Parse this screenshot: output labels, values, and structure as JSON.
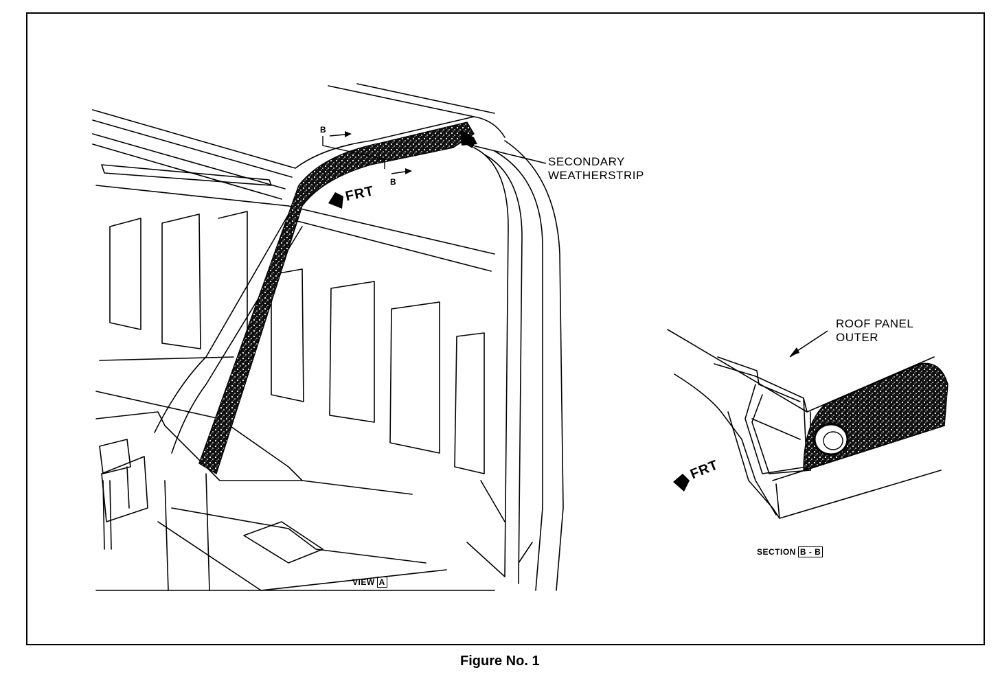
{
  "figure": {
    "caption": "Figure No. 1"
  },
  "view_a": {
    "callout_secondary_line1": "SECONDARY",
    "callout_secondary_line2": "WEATHERSTRIP",
    "section_marker_top": "B",
    "section_marker_bottom": "B",
    "front_label": "FRT",
    "view_label": "VIEW",
    "view_id": "A"
  },
  "section_bb": {
    "callout_roof_line1": "ROOF PANEL",
    "callout_roof_line2": "OUTER",
    "front_label": "FRT",
    "section_label": "SECTION",
    "section_id": "B - B"
  }
}
